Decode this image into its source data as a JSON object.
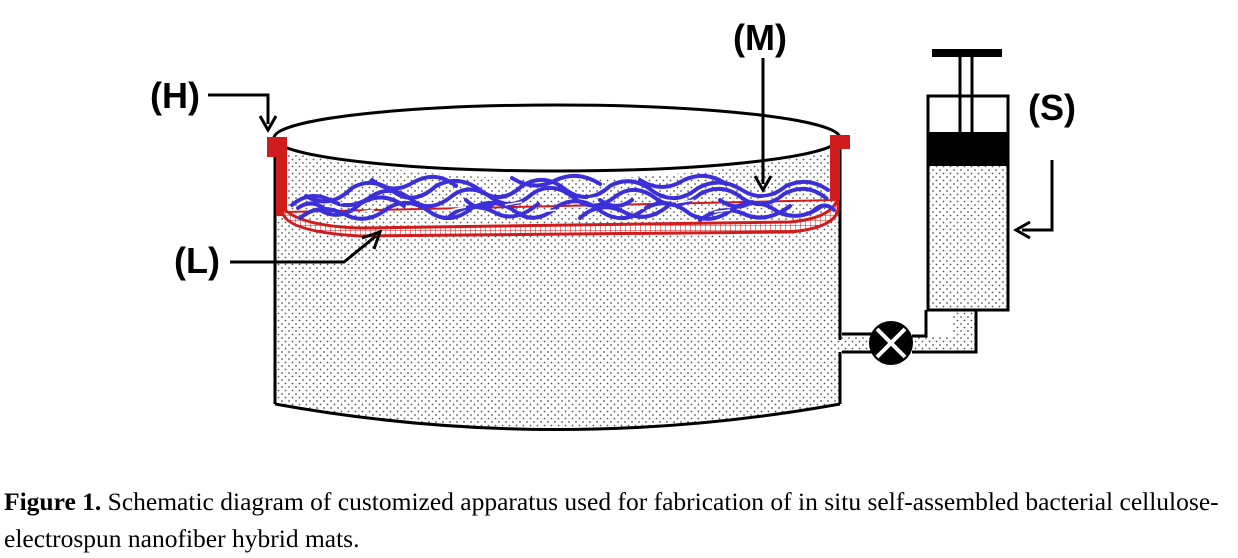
{
  "labels": {
    "h": "(H)",
    "m": "(M)",
    "l": "(L)",
    "s": "(S)"
  },
  "caption": {
    "label": "Figure 1.",
    "text": " Schematic diagram of customized apparatus used for fabrication of in situ self-assembled bacterial cellulose-electrospun nanofiber hybrid mats."
  },
  "colors": {
    "holder": "#d01c1c",
    "mat": "#3a2fd8",
    "liquid_dots": "#555555",
    "outline": "#000000"
  }
}
